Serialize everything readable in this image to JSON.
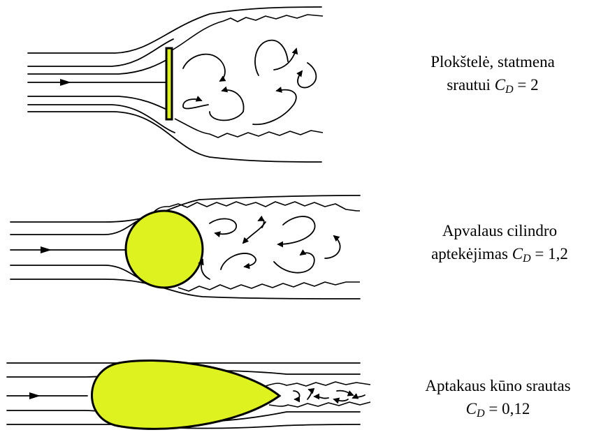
{
  "accent": {
    "body_fill": "#DDF21E",
    "line": "#000000"
  },
  "cases": [
    {
      "name_line1": "Plokštelė, statmena",
      "name_line2": "srautui",
      "symbol": "C",
      "subscript": "D",
      "equals": "=",
      "value": "2"
    },
    {
      "name_line1": "Apvalaus cilindro",
      "name_line2": "aptekėjimas",
      "symbol": "C",
      "subscript": "D",
      "equals": "=",
      "value": "1,2"
    },
    {
      "name_line1": "Aptakaus kūno srautas",
      "name_line2": "",
      "symbol": "C",
      "subscript": "D",
      "equals": "=",
      "value": "0,12"
    }
  ]
}
